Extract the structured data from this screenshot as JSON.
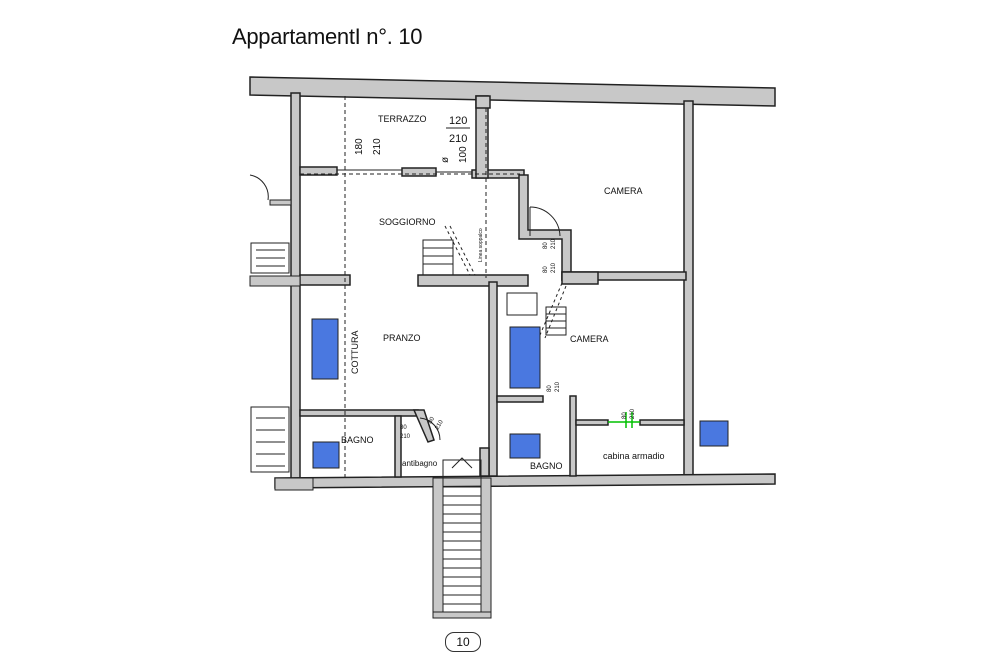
{
  "title": "AppartamentI n°. 10",
  "page_number": "10",
  "rooms": {
    "terrazzo": "TERRAZZO",
    "camera_top": "CAMERA",
    "soggiorno": "SOGGIORNO",
    "pranzo": "PRANZO",
    "cottura": "COTTURA",
    "camera_mid": "CAMERA",
    "bagno_left": "BAGNO",
    "antibagno": "antibagno",
    "bagno_right": "BAGNO",
    "cabina": "cabina armadio",
    "linea_soppalco": "Linea soppalco"
  },
  "dims": {
    "d180": "180",
    "d210a": "210",
    "d120": "120",
    "d210b": "210",
    "d_oslash": "ø",
    "d100": "100",
    "door1_w": "80",
    "door1_h": "210",
    "door2_w": "80",
    "door2_h": "210",
    "door3_w": "80",
    "door3_h": "210",
    "door4_w": "80",
    "door4_h": "210",
    "door5_w": "80",
    "door5_h": "210",
    "door6_w": "80",
    "door6_h": "210"
  },
  "colors": {
    "wall_fill": "#c8c8c8",
    "wall_stroke": "#222222",
    "fixture": "#4a78e0",
    "green_mark": "#00c000"
  }
}
